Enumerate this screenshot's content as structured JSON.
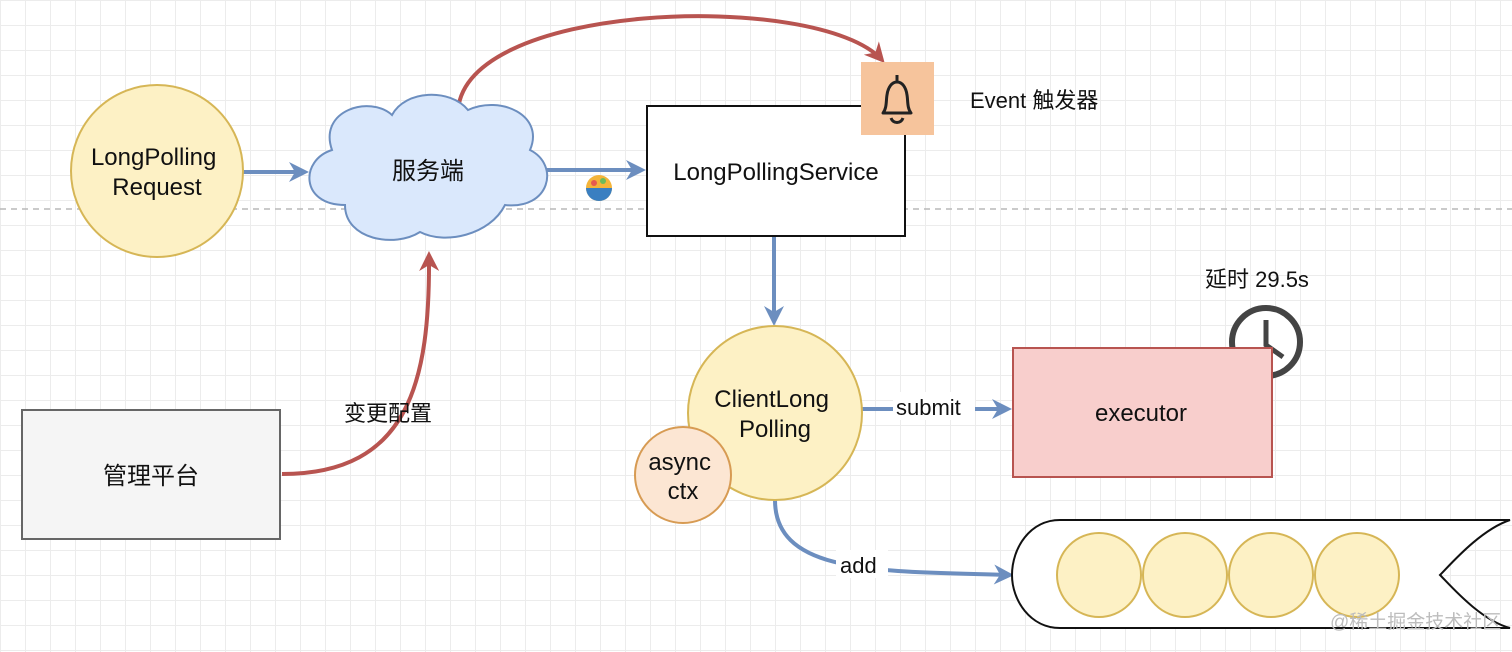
{
  "nodes": {
    "request": "LongPolling\nRequest",
    "server": "服务端",
    "service": "LongPollingService",
    "event": "Event 触发器",
    "client": "ClientLong\nPolling",
    "async_ctx": "async\nctx",
    "executor": "executor",
    "admin": "管理平台",
    "delay": "延时 29.5s"
  },
  "edges": {
    "change_config": "变更配置",
    "submit": "submit",
    "add": "add"
  },
  "icons": {
    "event": "bell-icon",
    "delay": "clock-icon",
    "queue": "queue-icon"
  },
  "queue": {
    "item_count": 4
  },
  "colors": {
    "yellow_fill": "#fdf1c5",
    "yellow_stroke": "#d6b656",
    "cloud_fill": "#dae8fc",
    "cloud_stroke": "#6c8ebf",
    "blue_arrow": "#6c8ebf",
    "red_arrow": "#b85450",
    "executor_fill": "#f8cecc",
    "executor_stroke": "#b85450",
    "bell_bg": "#f6c49c",
    "async_fill": "#fce6d3",
    "async_stroke": "#d79b53",
    "admin_fill": "#f5f5f5"
  },
  "watermark": "@稀土掘金技术社区"
}
